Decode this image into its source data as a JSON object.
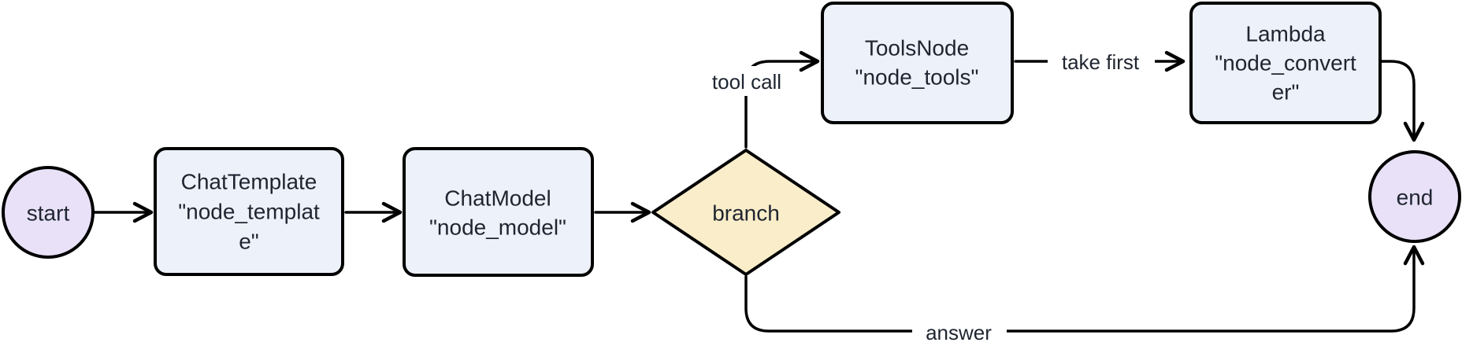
{
  "diagram": {
    "kind": "flowchart",
    "direction": "left-to-right",
    "colors": {
      "terminal_fill": "#E8E1F7",
      "process_fill": "#ECF1FA",
      "decision_fill": "#FAEDCA",
      "stroke": "#000000",
      "text": "#1F2530",
      "background": "#FFFFFF"
    },
    "nodes": [
      {
        "id": "start",
        "shape": "circle",
        "label": "start"
      },
      {
        "id": "node_template",
        "shape": "rounded-rect",
        "label": "ChatTemplate \"node_template\"",
        "lines": [
          "ChatTemplate",
          "\"node_templat",
          "e\""
        ]
      },
      {
        "id": "node_model",
        "shape": "rounded-rect",
        "label": "ChatModel \"node_model\"",
        "lines": [
          "ChatModel",
          "\"node_model\""
        ]
      },
      {
        "id": "branch",
        "shape": "diamond",
        "label": "branch"
      },
      {
        "id": "node_tools",
        "shape": "rounded-rect",
        "label": "ToolsNode \"node_tools\"",
        "lines": [
          "ToolsNode",
          "\"node_tools\""
        ]
      },
      {
        "id": "node_converter",
        "shape": "rounded-rect",
        "label": "Lambda \"node_converter\"",
        "lines": [
          "Lambda",
          "\"node_convert",
          "er\""
        ]
      },
      {
        "id": "end",
        "shape": "circle",
        "label": "end"
      }
    ],
    "edges": [
      {
        "from": "start",
        "to": "node_template",
        "label": ""
      },
      {
        "from": "node_template",
        "to": "node_model",
        "label": ""
      },
      {
        "from": "node_model",
        "to": "branch",
        "label": ""
      },
      {
        "from": "branch",
        "to": "node_tools",
        "label": "tool call"
      },
      {
        "from": "node_tools",
        "to": "node_converter",
        "label": "take first"
      },
      {
        "from": "node_converter",
        "to": "end",
        "label": ""
      },
      {
        "from": "branch",
        "to": "end",
        "label": "answer"
      }
    ]
  }
}
